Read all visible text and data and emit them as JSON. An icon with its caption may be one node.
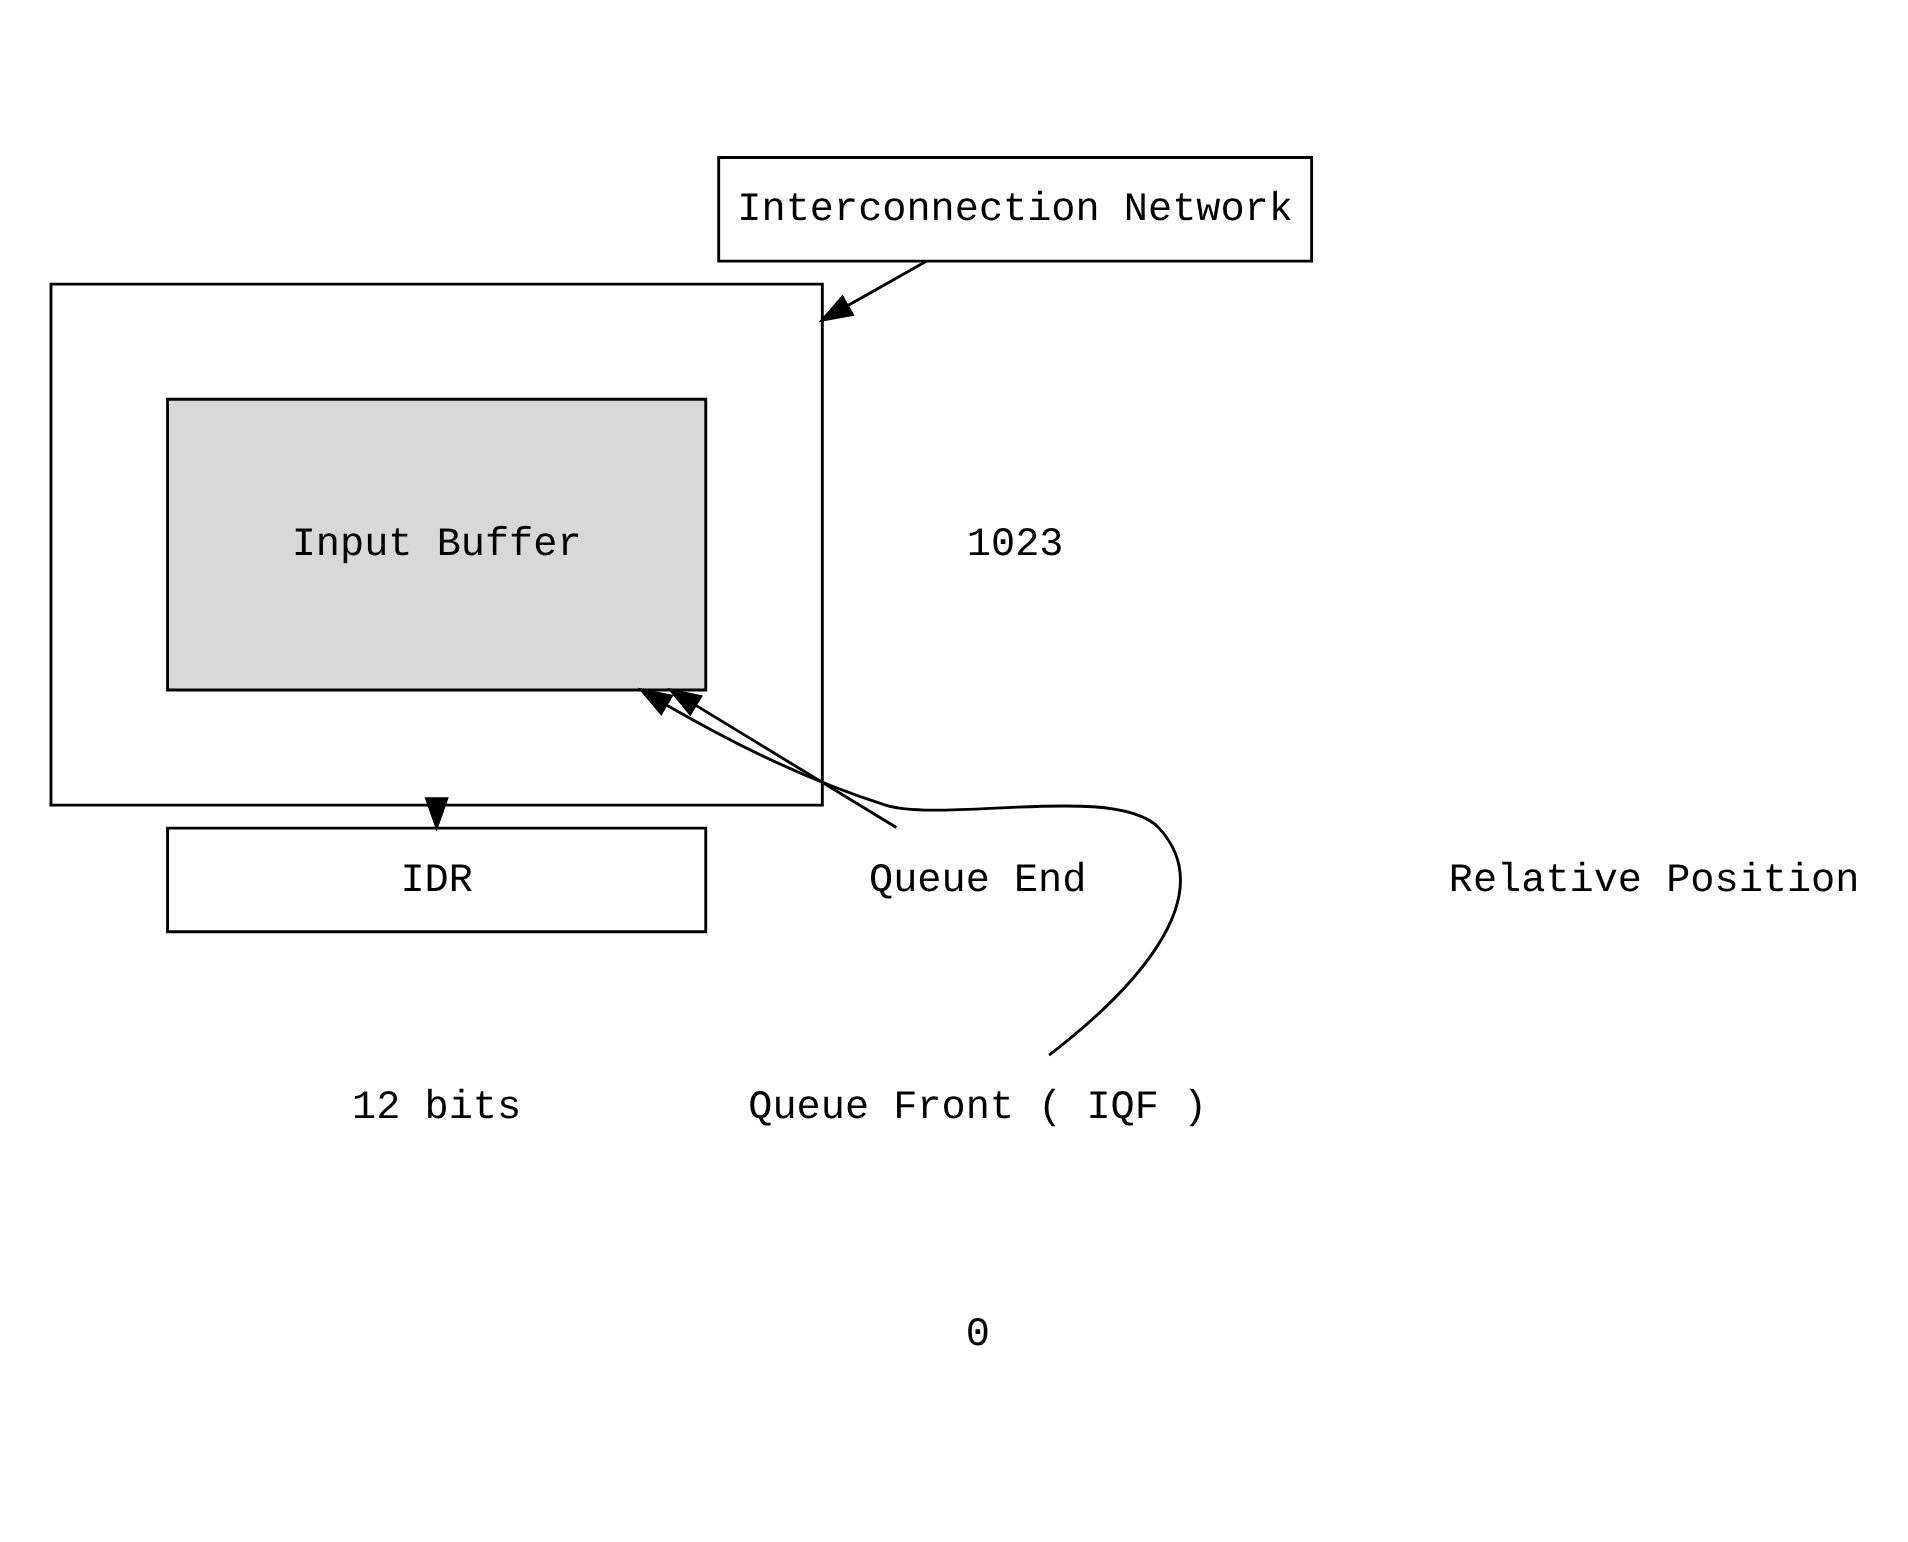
{
  "diagram": {
    "nodes": [
      {
        "text": [
          "Interconnection Network"
        ]
      },
      {
        "text": [],
        "shape": "box"
      },
      {
        "text": [
          "Input Buffer"
        ],
        "in": 1
      },
      {
        "text": [
          "IDR"
        ]
      },
      {
        "text": [
          "Queue End"
        ]
      },
      {
        "text": [
          "Queue Front ( IQF )"
        ]
      }
    ],
    "edges": [
      {
        "from": 0,
        "to": 1,
        "arrow": "to"
      },
      {
        "from": 1,
        "to": 3,
        "arrow": "to"
      },
      {
        "from": 4,
        "to": 2,
        "arrow": "to"
      },
      {
        "from": 5,
        "to": 2,
        "arrow": "to"
      }
    ],
    "labels": [
      "1023",
      "Relative Position",
      "0",
      "12 bits"
    ]
  }
}
